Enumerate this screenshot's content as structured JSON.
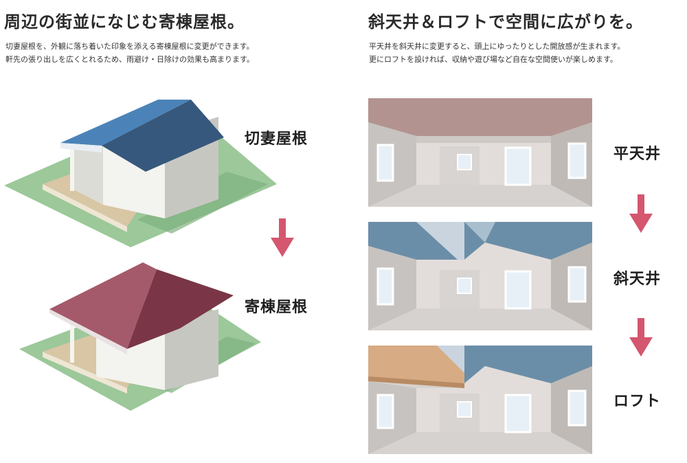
{
  "left": {
    "heading": "周辺の街並になじむ寄棟屋根。",
    "desc_line1": "切妻屋根を、外観に落ち着いた印象を添える寄棟屋根に変更ができます。",
    "desc_line2": "軒先の張り出しを広くとれるため、雨避け・日除けの効果も高まります。",
    "label_gable": "切妻屋根",
    "label_hip": "寄棟屋根"
  },
  "right": {
    "heading": "斜天井＆ロフトで空間に広がりを。",
    "desc_line1": "平天井を斜天井に変更すると、頭上にゆったりとした開放感が生まれます。",
    "desc_line2": "更にロフトを設ければ、収納や遊び場など自在な空間使いが楽しめます。",
    "label_flat": "平天井",
    "label_slanted": "斜天井",
    "label_loft": "ロフト"
  },
  "colors": {
    "arrow": "#d4566f",
    "gable_roof": "#36587c",
    "hip_roof": "#7a3646",
    "lawn": "#9cc89a",
    "flat_ceiling": "#b39390",
    "slanted_ceiling": "#6b8ea8",
    "loft_wood": "#d7ab83"
  },
  "icons": [
    "down-arrow-icon"
  ]
}
